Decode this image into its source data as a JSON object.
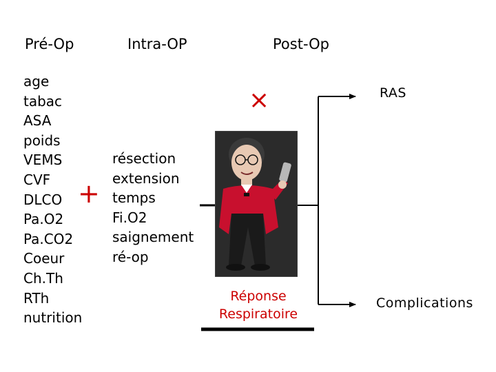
{
  "headers": {
    "pre": "Pré-Op",
    "intra": "Intra-OP",
    "post": "Post-Op"
  },
  "pre_op_factors": [
    "age",
    "tabac",
    "ASA",
    "poids",
    "VEMS",
    "CVF",
    "DLCO",
    "Pa.O2",
    "Pa.CO2",
    "Coeur",
    "Ch.Th",
    "RTh",
    "nutrition"
  ],
  "intra_op_factors": [
    "résection",
    "extension",
    "temps",
    "Fi.O2",
    "saignement",
    "ré-op"
  ],
  "plus_symbol": "+",
  "times_symbol": "×",
  "response": {
    "line1": "Réponse",
    "line2": "Respiratoire"
  },
  "outcomes": {
    "top": "RAS",
    "bottom": "Complications"
  },
  "colors": {
    "accent": "#cc0000",
    "line": "#000000"
  }
}
